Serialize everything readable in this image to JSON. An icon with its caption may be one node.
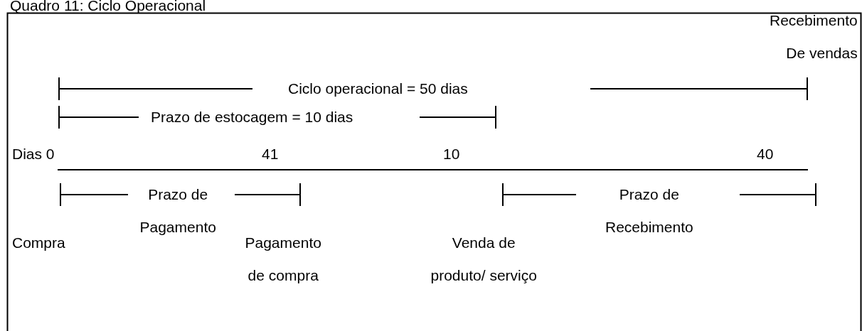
{
  "diagram": {
    "title": "Quadro 11: Ciclo Operacional",
    "labels": [
      "Recebimento De vendas",
      "Ciclo operacional = 50 dias",
      "Prazo de estocagem = 10 dias",
      "Dias 0",
      "41",
      "10",
      "40",
      "Prazo de Pagamento",
      "Prazo de Recebimento",
      "Compra",
      "Pagamento de compra",
      "Venda de produto/ serviço"
    ]
  }
}
